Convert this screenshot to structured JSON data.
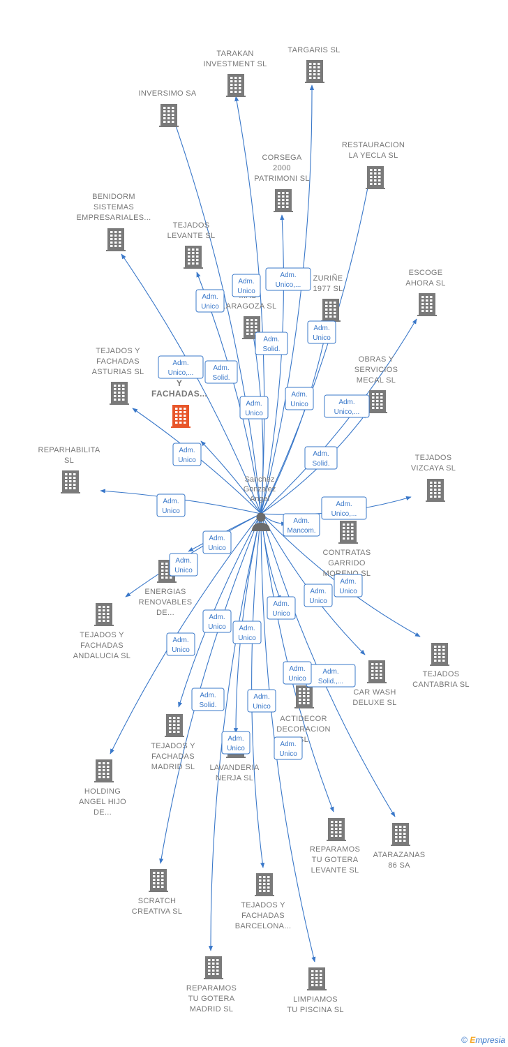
{
  "colors": {
    "edge": "#3a78c9",
    "building": "#7a7a7a",
    "highlight": "#e8562a",
    "person": "#6b6b6b"
  },
  "center": {
    "label": [
      "Sanchez",
      "Gonzalez",
      "Angel"
    ],
    "icon": "person-icon"
  },
  "watermark": {
    "copyright": "©",
    "brand_e": "E",
    "brand_rest": "mpresia"
  },
  "nodes": [
    {
      "id": "tarakan",
      "label": [
        "TARAKAN",
        "INVESTMENT SL"
      ],
      "role": [
        "Adm.",
        "Unico"
      ]
    },
    {
      "id": "targaris",
      "label": [
        "TARGARIS  SL"
      ],
      "role": [
        "Adm.",
        "Unico,..."
      ]
    },
    {
      "id": "inversimo",
      "label": [
        "INVERSIMO SA"
      ],
      "role": [
        "Adm.",
        "Unico"
      ]
    },
    {
      "id": "corsega",
      "label": [
        "CORSEGA",
        "2000",
        "PATRIMONI  SL"
      ],
      "role": [
        "Adm.",
        "Solid."
      ]
    },
    {
      "id": "restauracion",
      "label": [
        "RESTAURACION",
        "LA YECLA  SL"
      ],
      "role": [
        "Adm.",
        "Unico"
      ]
    },
    {
      "id": "benidorm",
      "label": [
        "BENIDORM",
        "SISTEMAS",
        "EMPRESARIALES..."
      ],
      "role": [
        "Adm.",
        "Unico,..."
      ]
    },
    {
      "id": "tejados_levante",
      "label": [
        "TEJADOS",
        "LEVANTE  SL"
      ],
      "role": [
        "Adm.",
        "Solid."
      ]
    },
    {
      "id": "zaragoza",
      "label": [
        "T...S",
        "...AS",
        "...ARAGOZA  SL"
      ],
      "role": [
        "Adm.",
        "Unico"
      ]
    },
    {
      "id": "zurine",
      "label": [
        "ZURIÑE",
        "1977  SL"
      ],
      "role": [
        "Adm.",
        "Unico"
      ]
    },
    {
      "id": "escoge",
      "label": [
        "ESCOGE",
        "AHORA  SL"
      ],
      "role": [
        "Adm.",
        "Unico,..."
      ]
    },
    {
      "id": "asturias",
      "label": [
        "TEJADOS Y",
        "FACHADAS",
        "ASTURIAS  SL"
      ],
      "role": [
        "Adm.",
        "Unico"
      ]
    },
    {
      "id": "fachadas_main",
      "label": [
        "T...",
        "Y",
        "FACHADAS..."
      ],
      "role": [],
      "highlight": true
    },
    {
      "id": "obras",
      "label": [
        "OBRAS Y",
        "SERVICIOS",
        "MECAL SL"
      ],
      "role": [
        "Adm.",
        "Solid."
      ]
    },
    {
      "id": "reparhabilita",
      "label": [
        "REPARHABILITA",
        "SL"
      ],
      "role": [
        "Adm.",
        "Unico"
      ]
    },
    {
      "id": "vizcaya",
      "label": [
        "TEJADOS",
        "VIZCAYA  SL"
      ],
      "role": [
        "Adm.",
        "Unico,..."
      ]
    },
    {
      "id": "contratas",
      "label": [
        "CONTRATAS",
        "GARRIDO",
        "MORENO SL"
      ],
      "role": [
        "Adm.",
        "Mancom."
      ]
    },
    {
      "id": "energias",
      "label": [
        "ENERGIAS",
        "RENOVABLES",
        "DE..."
      ],
      "role": [
        "Adm.",
        "Unico"
      ]
    },
    {
      "id": "andalucia",
      "label": [
        "TEJADOS Y",
        "FACHADAS",
        "ANDALUCIA  SL"
      ],
      "role": [
        "Adm.",
        "Unico"
      ]
    },
    {
      "id": "cantabria",
      "label": [
        "TEJADOS",
        "CANTABRIA  SL"
      ],
      "role": [
        "Adm.",
        "Unico"
      ]
    },
    {
      "id": "carwash",
      "label": [
        "CAR WASH",
        "DELUXE SL"
      ],
      "role": [
        "Adm.",
        "Unico"
      ]
    },
    {
      "id": "actidecor",
      "label": [
        "ACTIDECOR",
        "DECORACION",
        "SL"
      ],
      "role": [
        "Adm.",
        "Unico"
      ]
    },
    {
      "id": "madrid",
      "label": [
        "TEJADOS Y",
        "FACHADAS",
        "MADRID  SL"
      ],
      "role": [
        "Adm.",
        "Unico"
      ]
    },
    {
      "id": "holding",
      "label": [
        "HOLDING",
        "ANGEL HIJO",
        "DE..."
      ],
      "role": [
        "Adm.",
        "Unico"
      ]
    },
    {
      "id": "lavanderia",
      "label": [
        "LAVANDERIA",
        "NERJA SL"
      ],
      "role": [
        "Adm.",
        "Unico"
      ]
    },
    {
      "id": "reparamos_levante",
      "label": [
        "REPARAMOS",
        "TU GOTERA",
        "LEVANTE  SL"
      ],
      "role": [
        "Adm.",
        "Solid.,..."
      ]
    },
    {
      "id": "atarazanas",
      "label": [
        "ATARAZANAS",
        "86 SA"
      ],
      "role": [
        "Adm.",
        "Unico"
      ]
    },
    {
      "id": "scratch",
      "label": [
        "SCRATCH",
        "CREATIVA SL"
      ],
      "role": [
        "Adm.",
        "Solid."
      ]
    },
    {
      "id": "barcelona",
      "label": [
        "TEJADOS Y",
        "FACHADAS",
        "BARCELONA..."
      ],
      "role": [
        "Adm.",
        "Unico"
      ]
    },
    {
      "id": "reparamos_madrid",
      "label": [
        "REPARAMOS",
        "TU GOTERA",
        "MADRID  SL"
      ],
      "role": [
        "Adm.",
        "Unico"
      ]
    },
    {
      "id": "limpiamos",
      "label": [
        "LIMPIAMOS",
        "TU PISCINA  SL"
      ],
      "role": [
        "Adm.",
        "Unico"
      ]
    }
  ]
}
